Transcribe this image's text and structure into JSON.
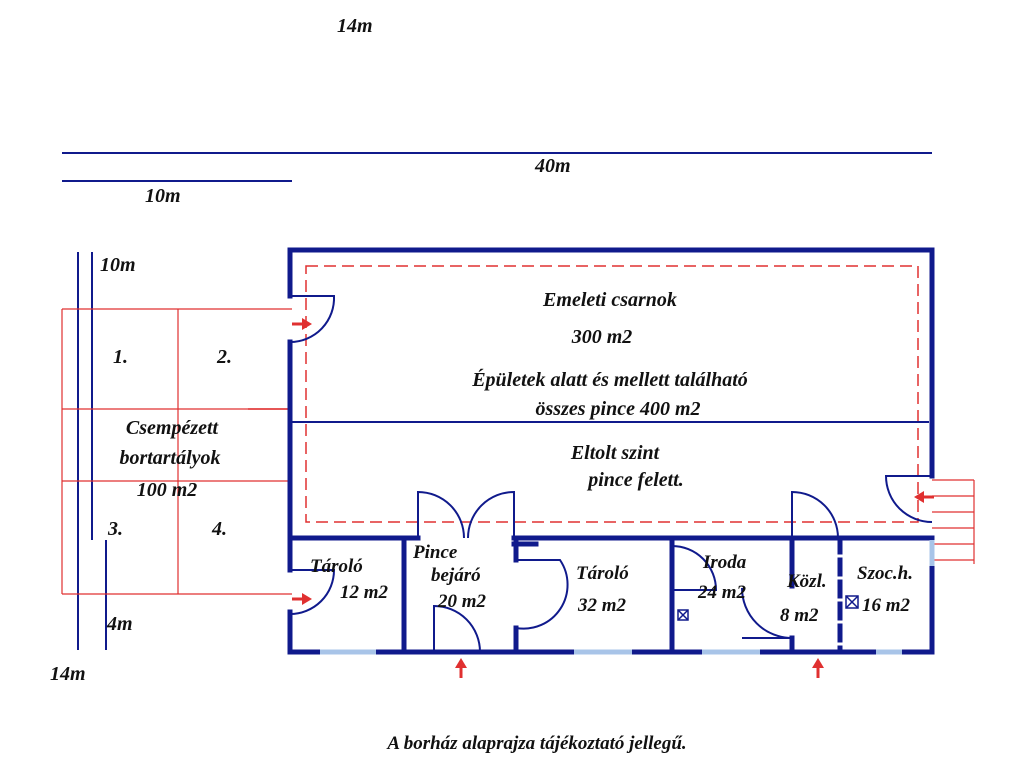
{
  "colors": {
    "wall": "#101a8c",
    "red": "#e03030",
    "window": "#a8c4e8",
    "text": "#111111"
  },
  "dimensions": {
    "top_14m": "14m",
    "total_40m": "40m",
    "left_10m": "10m",
    "vertical_10m": "10m",
    "vertical_4m": "4m",
    "bottom_14m": "14m"
  },
  "hall": {
    "name": "Emeleti csarnok",
    "area": "300 m2",
    "cellar_line1": "Épületek alatt és mellett található",
    "cellar_line2": "összes pince 400 m2",
    "offset_line1": "Eltolt szint",
    "offset_line2": "pince felett."
  },
  "tanks": {
    "q1": "1.",
    "q2": "2.",
    "q3": "3.",
    "q4": "4.",
    "line1": "Csempézett",
    "line2": "bortartályok",
    "line3": "100 m2"
  },
  "rooms": [
    {
      "name": "Tároló",
      "area": "12 m2"
    },
    {
      "name": "Pince",
      "name2": "bejáró",
      "area": "20 m2"
    },
    {
      "name": "Tároló",
      "area": "32 m2"
    },
    {
      "name": "Iroda",
      "area": "24 m2"
    },
    {
      "name": "Közl.",
      "area": "8 m2"
    },
    {
      "name": "Szoc.h.",
      "area": "16 m2"
    }
  ],
  "caption": "A borház alaprajza tájékoztató jellegű."
}
